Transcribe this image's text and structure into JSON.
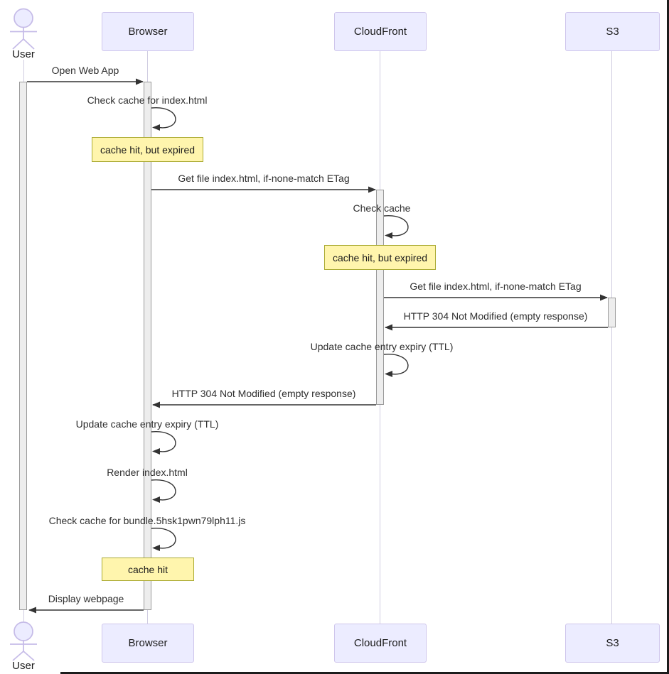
{
  "diagram": {
    "kind": "sequence-diagram",
    "actors": [
      {
        "id": "user",
        "name": "User",
        "type": "actor"
      },
      {
        "id": "browser",
        "name": "Browser",
        "type": "participant"
      },
      {
        "id": "cloudfront",
        "name": "CloudFront",
        "type": "participant"
      },
      {
        "id": "s3",
        "name": "S3",
        "type": "participant"
      }
    ],
    "messages": [
      {
        "kind": "arrow",
        "from": "User",
        "to": "Browser",
        "label": "Open Web App"
      },
      {
        "kind": "self",
        "from": "Browser",
        "to": "Browser",
        "label": "Check cache for index.html"
      },
      {
        "kind": "note",
        "over": "Browser",
        "label": "cache hit, but expired"
      },
      {
        "kind": "arrow",
        "from": "Browser",
        "to": "CloudFront",
        "label": "Get file index.html, if-none-match ETag"
      },
      {
        "kind": "self",
        "from": "CloudFront",
        "to": "CloudFront",
        "label": "Check cache"
      },
      {
        "kind": "note",
        "over": "CloudFront",
        "label": "cache hit, but expired"
      },
      {
        "kind": "arrow",
        "from": "CloudFront",
        "to": "S3",
        "label": "Get file index.html, if-none-match ETag"
      },
      {
        "kind": "arrow",
        "from": "S3",
        "to": "CloudFront",
        "label": "HTTP 304 Not Modified (empty response)"
      },
      {
        "kind": "self",
        "from": "CloudFront",
        "to": "CloudFront",
        "label": "Update cache entry expiry (TTL)"
      },
      {
        "kind": "arrow",
        "from": "CloudFront",
        "to": "Browser",
        "label": "HTTP 304 Not Modified (empty response)"
      },
      {
        "kind": "self",
        "from": "Browser",
        "to": "Browser",
        "label": "Update cache entry expiry (TTL)"
      },
      {
        "kind": "self",
        "from": "Browser",
        "to": "Browser",
        "label": "Render index.html"
      },
      {
        "kind": "self",
        "from": "Browser",
        "to": "Browser",
        "label": "Check cache for bundle.5hsk1pwn79lph11.js"
      },
      {
        "kind": "note",
        "over": "Browser",
        "label": "cache hit"
      },
      {
        "kind": "arrow",
        "from": "Browser",
        "to": "User",
        "label": "Display webpage"
      }
    ],
    "colors": {
      "actor_fill": "#ECECFF",
      "actor_border": "#CFC6EC",
      "note_fill": "#FFF5AD",
      "note_border": "#AAAA33",
      "activation_fill": "#EDEDED",
      "activation_border": "#999999",
      "message_line": "#333333",
      "lifeline": "#D0CDE1"
    }
  }
}
